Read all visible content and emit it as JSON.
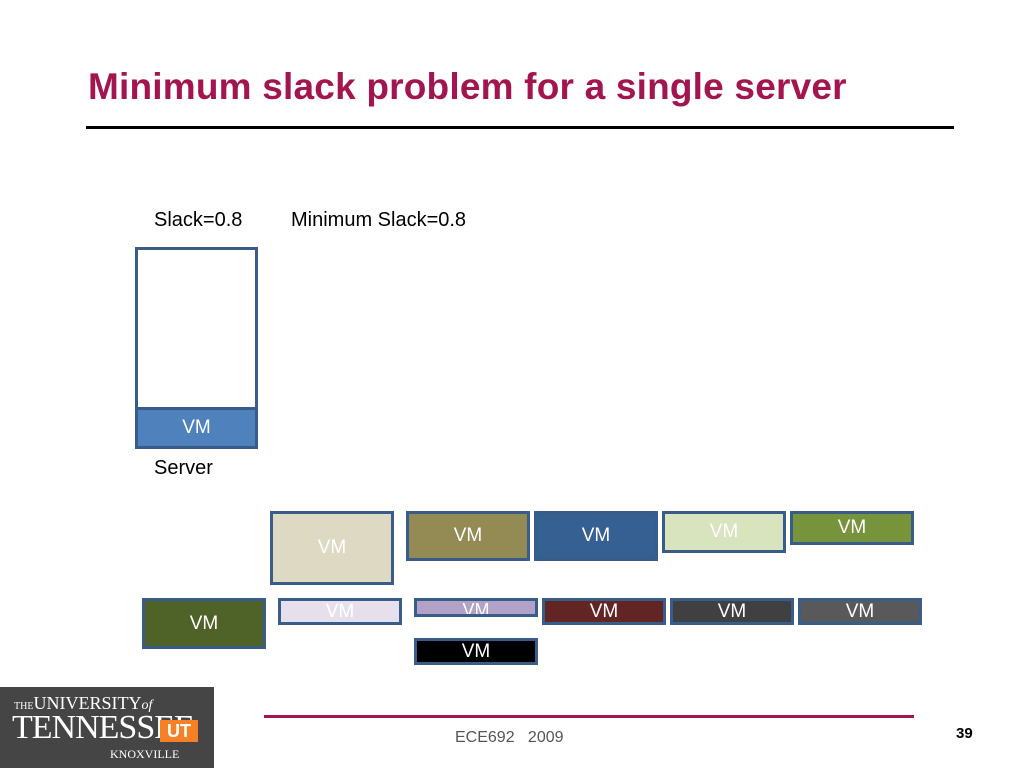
{
  "slide": {
    "title": "Minimum slack problem for a single server",
    "slack_label": "Slack=0.8",
    "min_slack_label": "Minimum Slack=0.8",
    "server_label": "Server",
    "server_vm_label": "VM"
  },
  "vms": [
    {
      "label": "VM",
      "fill": "#ddd9c3",
      "text_color": "#ffffff"
    },
    {
      "label": "VM",
      "fill": "#948a54",
      "text_color": "#ffffff"
    },
    {
      "label": "VM",
      "fill": "#366092",
      "text_color": "#ffffff"
    },
    {
      "label": "VM",
      "fill": "#d7e4bd",
      "text_color": "#ffffff"
    },
    {
      "label": "VM",
      "fill": "#77933c",
      "text_color": "#ffffff"
    },
    {
      "label": "VM",
      "fill": "#4f6228",
      "text_color": "#ffffff"
    },
    {
      "label": "VM",
      "fill": "#e6e0ec",
      "text_color": "#ffffff"
    },
    {
      "label": "VM",
      "fill": "#b3a2c7",
      "text_color": "#ffffff"
    },
    {
      "label": "VM",
      "fill": "#632523",
      "text_color": "#ffffff"
    },
    {
      "label": "VM",
      "fill": "#404040",
      "text_color": "#ffffff"
    },
    {
      "label": "VM",
      "fill": "#595959",
      "text_color": "#ffffff"
    },
    {
      "label": "VM",
      "fill": "#000000",
      "text_color": "#ffffff"
    }
  ],
  "footer": {
    "text": "ECE692   2009",
    "page_number": "39"
  },
  "logo": {
    "line1_the": "THE",
    "line1_university": "UNIVERSITY",
    "line1_of": "of",
    "line2": "TENNESSEE",
    "mark": "UT",
    "line3": "KNOXVILLE"
  },
  "colors": {
    "title": "#a3154f",
    "server_vm_fill": "#4f81bd",
    "border": "#385d8a",
    "footer_rule": "#a3154f"
  }
}
